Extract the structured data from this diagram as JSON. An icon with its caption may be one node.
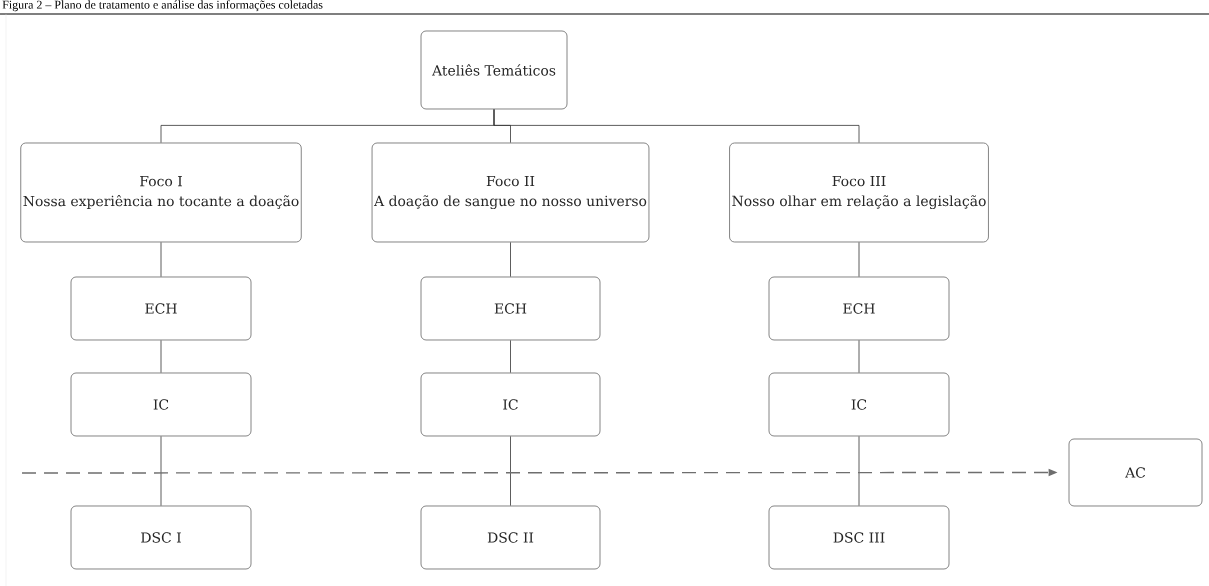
{
  "diagram": {
    "title": "Figura 2 – Plano de tratamento e análise das informações coletadas",
    "nodes": [
      {
        "text": [
          "Ateliês Temáticos"
        ]
      },
      {
        "text": [
          "Foco I",
          "Nossa experiência no tocante a doação"
        ]
      },
      {
        "text": [
          "Foco II",
          "A doação de sangue no nosso universo"
        ]
      },
      {
        "text": [
          "Foco III",
          "Nosso olhar em relação a legislação"
        ]
      },
      {
        "text": [
          "ECH"
        ]
      },
      {
        "text": [
          "ECH"
        ]
      },
      {
        "text": [
          "ECH"
        ]
      },
      {
        "text": [
          "IC"
        ]
      },
      {
        "text": [
          "IC"
        ]
      },
      {
        "text": [
          "IC"
        ]
      },
      {
        "text": [
          "DSC I"
        ]
      },
      {
        "text": [
          "DSC II"
        ]
      },
      {
        "text": [
          "DSC III"
        ]
      },
      {
        "text": [
          "AC"
        ]
      }
    ],
    "edges": [
      {
        "from": 0,
        "to": 1,
        "arrow": "none"
      },
      {
        "from": 0,
        "to": 2,
        "arrow": "none"
      },
      {
        "from": 0,
        "to": 3,
        "arrow": "none"
      },
      {
        "from": 1,
        "to": 4,
        "arrow": "none"
      },
      {
        "from": 2,
        "to": 5,
        "arrow": "none"
      },
      {
        "from": 3,
        "to": 6,
        "arrow": "none"
      },
      {
        "from": 4,
        "to": 7,
        "arrow": "none"
      },
      {
        "from": 5,
        "to": 8,
        "arrow": "none"
      },
      {
        "from": 6,
        "to": 9,
        "arrow": "none"
      },
      {
        "from": 7,
        "to": 10,
        "arrow": "none"
      },
      {
        "from": 8,
        "to": 11,
        "arrow": "none"
      },
      {
        "from": 9,
        "to": 12,
        "arrow": "none"
      },
      {
        "from": null,
        "to": 13,
        "arrow": "to",
        "style": "dashed",
        "color": "#6e6e6e"
      }
    ]
  }
}
